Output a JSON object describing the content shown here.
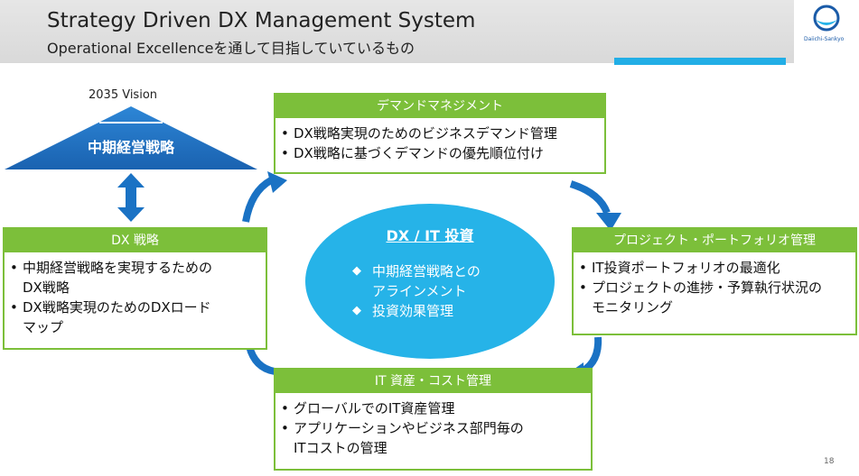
{
  "header": {
    "title": "Strategy Driven DX Management System",
    "subtitle": "Operational Excellenceを通して目指していているもの"
  },
  "logo": {
    "text": "Daiichi-Sankyo",
    "icon": "daiichi-sankyo-logo-icon"
  },
  "vision": {
    "label": "2035 Vision",
    "pyramid_label": "中期経営戦略"
  },
  "cards": {
    "dx_strategy": {
      "title": "DX 戦略",
      "items": [
        "中期経営戦略を実現するための",
        "DX戦略",
        "DX戦略実現のためのDXロード",
        "マップ"
      ]
    },
    "demand": {
      "title": "デマンドマネジメント",
      "items": [
        "DX戦略実現のためのビジネスデマンド管理",
        "DX戦略に基づくデマンドの優先順位付け"
      ]
    },
    "portfolio": {
      "title": "プロジェクト・ポートフォリオ管理",
      "items": [
        "IT投資ポートフォリオの最適化",
        "プロジェクトの進捗・予算執行状況の",
        "モニタリング"
      ]
    },
    "asset": {
      "title": "IT 資産・コスト管理",
      "items": [
        "グローバルでのIT資産管理",
        "アプリケーションやビジネス部門毎の",
        "ITコストの管理"
      ]
    }
  },
  "center": {
    "title": "DX / IT 投資",
    "items": [
      "中期経営戦略との",
      "アラインメント",
      "投資効果管理"
    ]
  },
  "colors": {
    "green": "#7cbf3a",
    "blue": "#1a72c4",
    "cyan": "#26b3e8"
  },
  "page_number": "18"
}
